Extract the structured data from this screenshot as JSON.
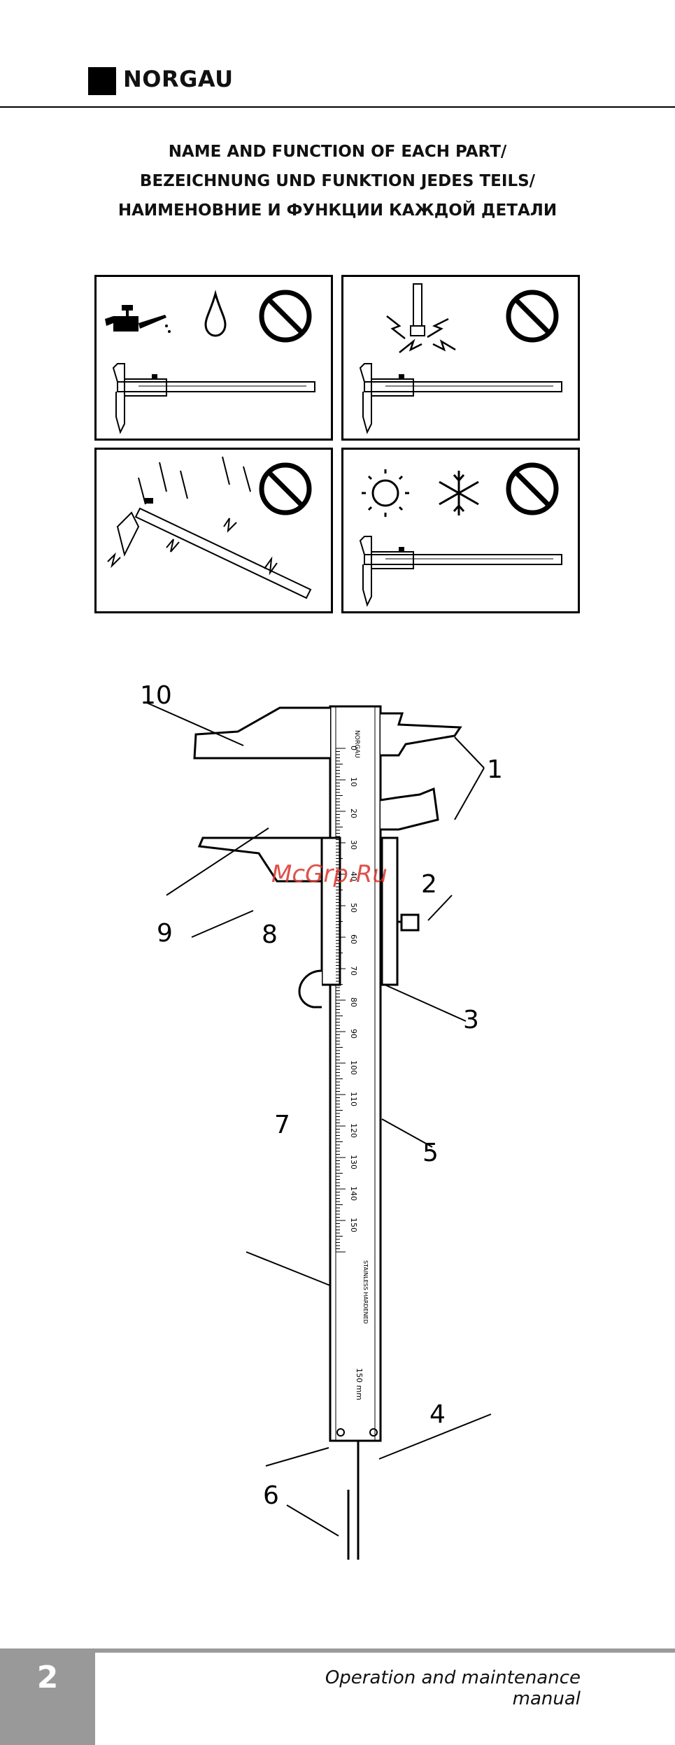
{
  "brand": "NORGAU",
  "title_lines": [
    "NAME AND FUNCTION OF EACH PART/",
    "BEZEICHNUNG UND FUNKTION JEDES TEILS/",
    "НАИМЕНОВНИЕ И ФУНКЦИИ КАЖДОЙ ДЕТАЛИ"
  ],
  "panels": [
    {
      "name": "no-oil-or-liquids",
      "icons": [
        "oil-can-icon",
        "drop-icon",
        "prohibited-icon",
        "caliper-icon"
      ]
    },
    {
      "name": "no-electric-discharge",
      "icons": [
        "lightning-icon",
        "prohibited-icon",
        "caliper-icon"
      ]
    },
    {
      "name": "no-dropping",
      "icons": [
        "falling-caliper-icon",
        "prohibited-icon"
      ]
    },
    {
      "name": "no-extreme-temperature",
      "icons": [
        "sun-icon",
        "snowflake-icon",
        "prohibited-icon",
        "caliper-icon"
      ]
    }
  ],
  "caliper": {
    "callouts": [
      "1",
      "2",
      "3",
      "4",
      "5",
      "6",
      "7",
      "8",
      "9",
      "10"
    ],
    "scale_numbers": [
      "0",
      "10",
      "20",
      "30",
      "40",
      "50",
      "60",
      "70",
      "80",
      "90",
      "100",
      "110",
      "120",
      "130",
      "140",
      "150"
    ],
    "beam_brand": "NORGAU",
    "steel_text": "STAINLESS HARDENED",
    "unit_text": "150 mm"
  },
  "watermark": "McGrp.Ru",
  "footer": {
    "page_number": "2",
    "manual_title": "Operation and maintenance manual"
  }
}
